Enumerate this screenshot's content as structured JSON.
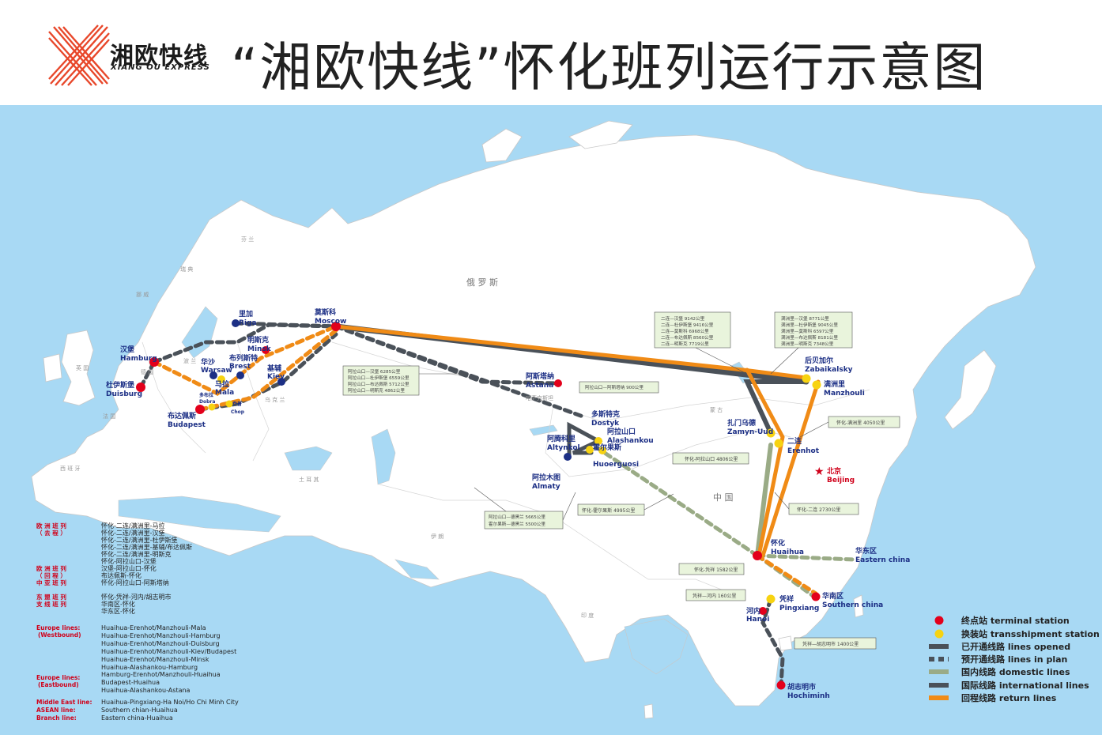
{
  "header": {
    "logo_text": "湘欧快线",
    "logo_sub": "XIANG OU EXPRESS",
    "title": "“湘欧快线”怀化班列运行示意图"
  },
  "colors": {
    "sea": "#a8d9f4",
    "land": "#ffffff",
    "terminal": "#e3001b",
    "transship": "#f7d311",
    "opened_line": "#4a5159",
    "domestic_line": "#9aab86",
    "international_line": "#4a5159",
    "return_line": "#f08b16",
    "label_blue": "#1c2f85",
    "beijing_red": "#d0021b"
  },
  "countries": [
    "俄 罗 斯",
    "中 国",
    "蒙 古",
    "哈萨克斯坦",
    "伊 朗",
    "印 度",
    "土 耳 其",
    "法 国",
    "英 国",
    "西 班 牙",
    "德 国",
    "波 兰",
    "乌 克 兰",
    "挪 威",
    "芬 兰",
    "瑞 典"
  ],
  "cities": [
    {
      "zh": "莫斯科",
      "en": "Moscow",
      "type": "terminal"
    },
    {
      "zh": "汉堡",
      "en": "Hamburg",
      "type": "terminal"
    },
    {
      "zh": "杜伊斯堡",
      "en": "Duisburg",
      "type": "terminal"
    },
    {
      "zh": "里加",
      "en": "Riga",
      "type": "terminal"
    },
    {
      "zh": "明斯克",
      "en": "Minsk",
      "type": "terminal"
    },
    {
      "zh": "华沙",
      "en": "Warsaw",
      "type": "terminal"
    },
    {
      "zh": "布列斯特",
      "en": "Brest",
      "type": "transship"
    },
    {
      "zh": "马拉",
      "en": "Mala",
      "type": "transship"
    },
    {
      "zh": "基辅",
      "en": "Kiev",
      "type": "terminal"
    },
    {
      "zh": "多布拉",
      "en": "Dobra",
      "type": "transship"
    },
    {
      "zh": "乔普",
      "en": "Chop",
      "type": "transship"
    },
    {
      "zh": "布达佩斯",
      "en": "Budapest",
      "type": "terminal"
    },
    {
      "zh": "阿斯塔纳",
      "en": "Astana",
      "type": "terminal"
    },
    {
      "zh": "多斯特克",
      "en": "Dostyk",
      "type": "transship"
    },
    {
      "zh": "阿拉山口",
      "en": "Alashankou",
      "type": "transship"
    },
    {
      "zh": "阿腾科里",
      "en": "Altynkol",
      "type": "terminal"
    },
    {
      "zh": "霍尔果斯",
      "en": "Huoerguosi",
      "type": "transship"
    },
    {
      "zh": "阿拉木图",
      "en": "Almaty",
      "type": "terminal"
    },
    {
      "zh": "扎门乌德",
      "en": "Zamyn-Uud",
      "type": "transship"
    },
    {
      "zh": "二连",
      "en": "Erenhot",
      "type": "transship"
    },
    {
      "zh": "后贝加尔",
      "en": "Zabaikalsky",
      "type": "transship"
    },
    {
      "zh": "满洲里",
      "en": "Manzhouli",
      "type": "transship"
    },
    {
      "zh": "北京",
      "en": "Beijing",
      "type": "capital"
    },
    {
      "zh": "怀化",
      "en": "Huaihua",
      "type": "terminal"
    },
    {
      "zh": "华东区",
      "en": "Eastern china",
      "type": "none"
    },
    {
      "zh": "华南区",
      "en": "Southern china",
      "type": "terminal"
    },
    {
      "zh": "凭祥",
      "en": "Pingxiang",
      "type": "transship"
    },
    {
      "zh": "河内",
      "en": "Hanoi",
      "type": "terminal"
    },
    {
      "zh": "胡志明市",
      "en": "Hochiminh",
      "type": "terminal"
    }
  ],
  "distance_boxes": {
    "erlian": [
      "二连—汉堡        9142公里",
      "二连—杜伊斯堡    9416公里",
      "二连—莫斯科      6968公里",
      "二连—布达佩斯    8560公里",
      "二连—明斯克      7719公里"
    ],
    "manzhouli": [
      "满洲里—汉堡      8771公里",
      "满洲里—杜伊斯堡  9045公里",
      "满洲里—莫斯科    6597公里",
      "满洲里—布达佩斯  8181公里",
      "满洲里—明斯克    7348公里"
    ],
    "alashankou": [
      "阿拉山口—汉堡    6285公里",
      "阿拉山口—杜伊斯堡 6559公里",
      "阿拉山口—布达佩斯 5712公里",
      "阿拉山口—明斯克  4862公里"
    ],
    "astana": "阿拉山口—阿斯塔纳  900公里",
    "manzhouli_hh": "怀化-满洲里  4050公里",
    "alashankou_hh": "怀化-阿拉山口  4806公里",
    "erlian_hh": "怀化-二连  2730公里",
    "huoerguosi_hh": "怀化-霍尔果斯  4995公里",
    "deheilan": [
      "阿拉山口—德黑兰  5665公里",
      "霍尔果斯—德黑兰  5500公里"
    ],
    "pingxiang_hh": "怀化-凭祥  1582公里",
    "pingxiang_hanoi": "凭祥—河内  160公里",
    "pingxiang_hcm": "凭祥—胡志明市  1400公里"
  },
  "route_list": {
    "europe_out_label": "欧 洲 班 列",
    "europe_out_sub": "（ 去 程 ）",
    "europe_out": [
      "怀化-二连/满洲里-马拉",
      "怀化-二连/满洲里-汉堡",
      "怀化-二连/满洲里-杜伊斯堡",
      "怀化-二连/满洲里-基辅/布达佩斯",
      "怀化-二连/满洲里-明斯克",
      "怀化-阿拉山口-汉堡"
    ],
    "europe_back_label": "欧 洲 班 列",
    "europe_back_sub": "（ 回 程 ）",
    "central_asia_label": "中 亚 班 列",
    "europe_back": [
      "汉堡-阿拉山口-怀化",
      "布达佩斯-怀化",
      "怀化-阿拉山口-阿斯塔纳"
    ],
    "east_label": "东 盟 班 列",
    "branch_label": "支 线 班 列",
    "east": [
      "怀化-凭祥-河内/胡志明市",
      "华南区-怀化",
      "华东区-怀化"
    ],
    "en_west_label": "Europe lines:",
    "en_west_sub": "(Westbound)",
    "en_west": [
      "Huaihua-Erenhot/Manzhouli-Mala",
      "Huaihua-Erenhot/Manzhouli-Hamburg",
      "Huaihua-Erenhot/Manzhouli-Duisburg",
      "Huaihua-Erenhot/Manzhouli-Kiev/Budapest",
      "Huaihua-Erenhot/Manzhouli-Minsk",
      "Huaihua-Alashankou-Hamburg"
    ],
    "en_east_label": "Europe lines:",
    "en_east_sub": "(Eastbound)",
    "en_east": [
      "Hamburg-Erenhot/Manzhouli-Huaihua",
      "Budapest-Huaihua",
      "Huaihua-Alashankou-Astana"
    ],
    "en_me_label": "Middle East line:",
    "en_asean_label": "ASEAN line:",
    "en_branch_label": "Branch line:",
    "en_other": [
      "Huaihua-Pingxiang-Ha Noi/Ho Chi Minh City",
      "Southern chian-Huaihua",
      "Eastern china-Huaihua"
    ]
  },
  "legend": [
    {
      "icon": "terminal-dot",
      "label": "终点站 terminal station"
    },
    {
      "icon": "transship-dot",
      "label": "换装站 transshipment station"
    },
    {
      "icon": "dark-solid-line",
      "label": "已开通线路 lines opened"
    },
    {
      "icon": "dark-dashed-line",
      "label": "预开通线路 lines in plan"
    },
    {
      "icon": "green-line",
      "label": "国内线路 domestic lines"
    },
    {
      "icon": "dark-line",
      "label": "国际线路 international lines"
    },
    {
      "icon": "orange-line",
      "label": "回程线路 return lines"
    }
  ]
}
